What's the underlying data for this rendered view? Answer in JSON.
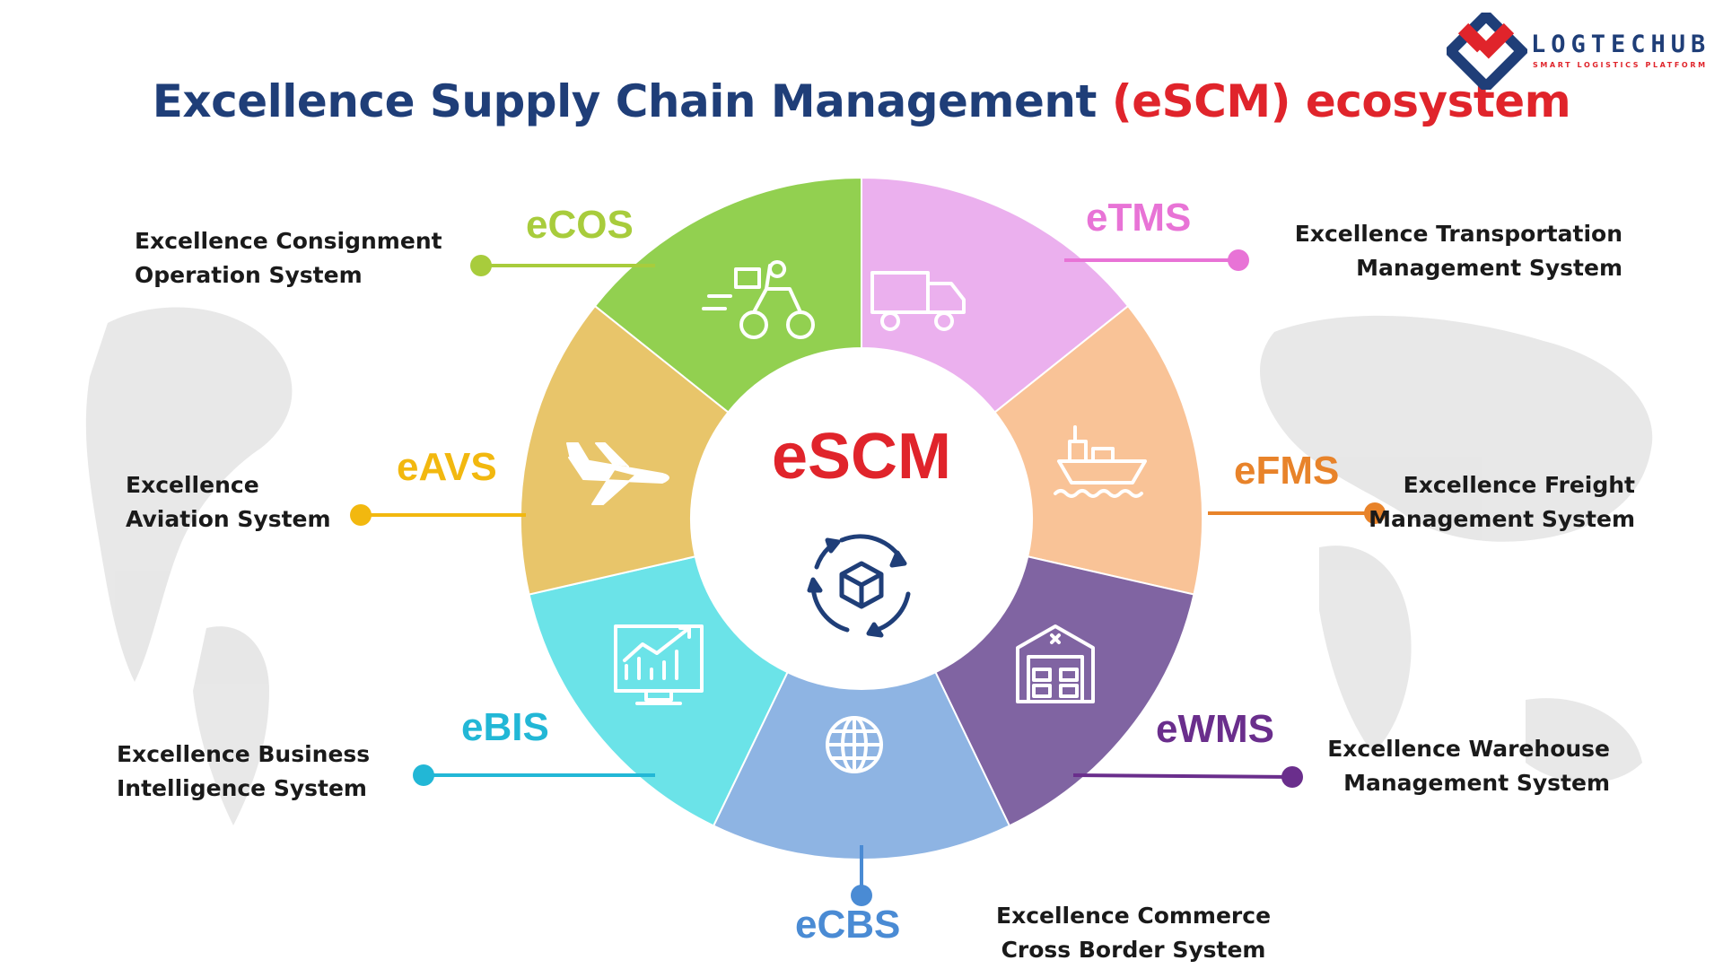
{
  "title": {
    "prefix": "Excellence Supply Chain Management",
    "highlight": "(eSCM)",
    "suffix": "ecosystem"
  },
  "logo": {
    "name": "LOGTECHUB",
    "tagline": "SMART LOGISTICS PLATFORM",
    "colors": [
      "#1f3e78",
      "#e0242b"
    ]
  },
  "center": {
    "label": "eSCM",
    "icon": "cycle-arrows-box-icon",
    "label_color": "#e0242b",
    "icon_color": "#1f3e78"
  },
  "segments": [
    {
      "abbr": "eCOS",
      "lines": [
        "Excellence Consignment",
        "Operation System"
      ],
      "color": "#92d050",
      "text_color": "#a8cc3c",
      "icon": "delivery-scooter-icon"
    },
    {
      "abbr": "eTMS",
      "lines": [
        "Excellence Transportation",
        "Management System"
      ],
      "color": "#ebb0ee",
      "text_color": "#e873d6",
      "icon": "delivery-truck-icon"
    },
    {
      "abbr": "eFMS",
      "lines": [
        "Excellence Freight",
        "Management System"
      ],
      "color": "#f9c397",
      "text_color": "#e8832a",
      "icon": "cargo-ship-icon"
    },
    {
      "abbr": "eWMS",
      "lines": [
        "Excellence Warehouse",
        "Management System"
      ],
      "color": "#8064a2",
      "text_color": "#6a2e8c",
      "icon": "warehouse-icon"
    },
    {
      "abbr": "eCBS",
      "lines": [
        "Excellence Commerce",
        "Cross Border System"
      ],
      "color": "#8eb4e3",
      "text_color": "#4a8bd4",
      "icon": "globe-icon"
    },
    {
      "abbr": "eBIS",
      "lines": [
        "Excellence Business",
        "Intelligence System"
      ],
      "color": "#6be3e8",
      "text_color": "#22b7d6",
      "icon": "analytics-monitor-icon"
    },
    {
      "abbr": "eAVS",
      "lines": [
        "Excellence",
        "Aviation  System"
      ],
      "color": "#e8c56a",
      "text_color": "#f2b80f",
      "icon": "airplane-icon"
    }
  ]
}
